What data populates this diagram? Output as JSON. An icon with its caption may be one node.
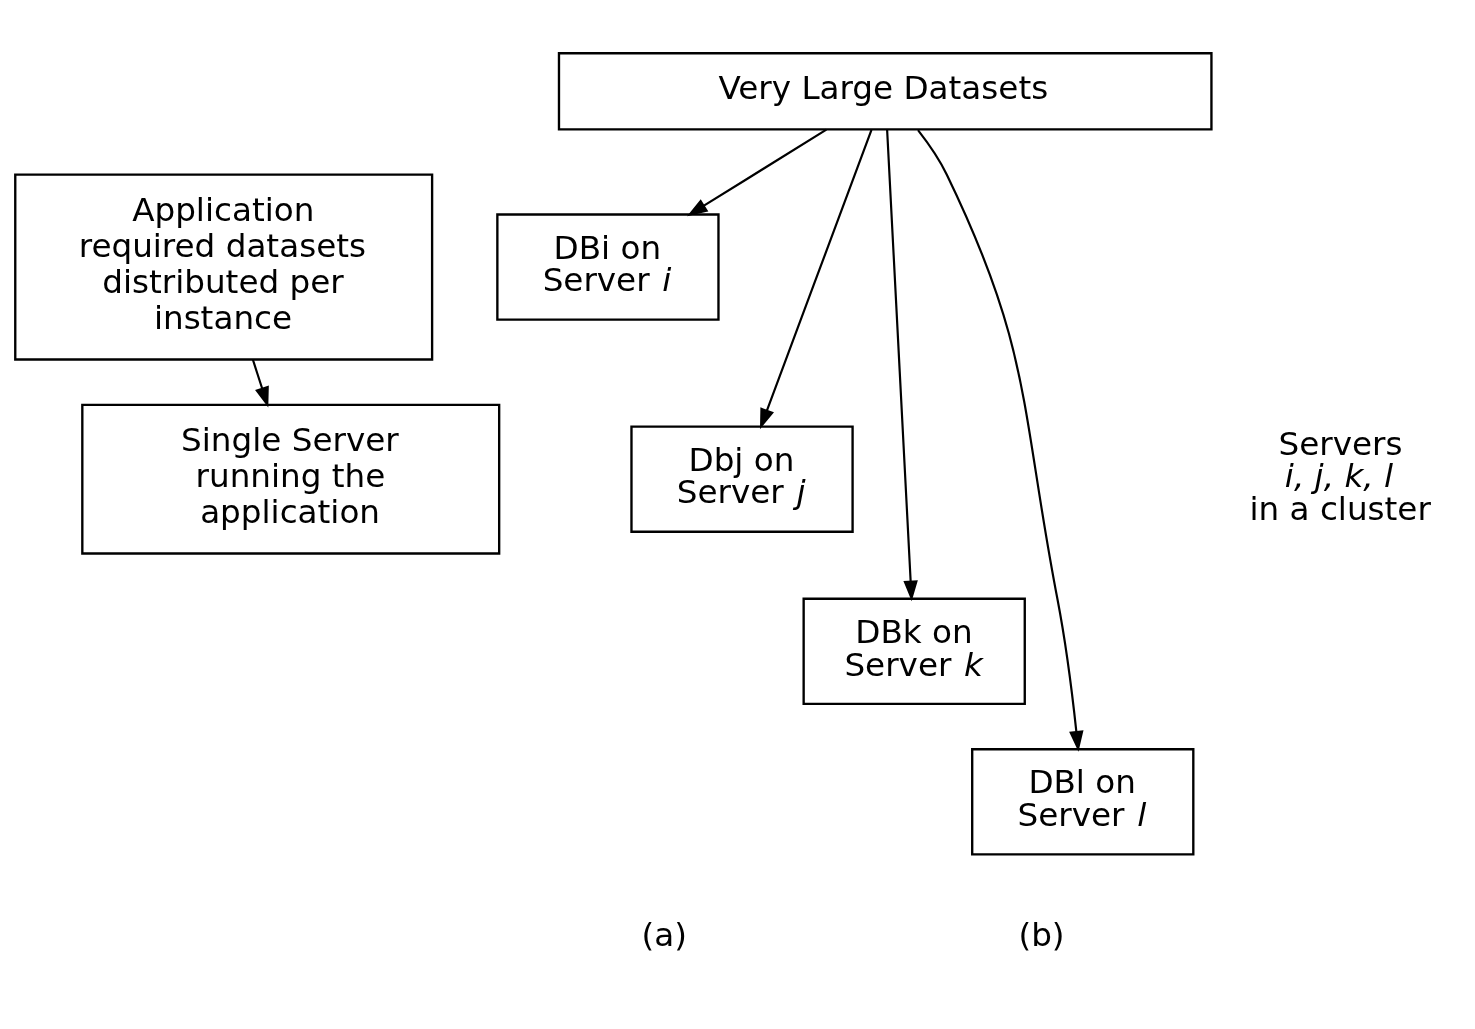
{
  "diagram": {
    "nodes": [
      {
        "text": [
          "Application required datasets distributed per instance"
        ]
      },
      {
        "text": [
          "Single Server running the application"
        ]
      },
      {
        "text": [
          "Very Large Datasets"
        ]
      },
      {
        "text": [
          "DBi on Server *i*"
        ]
      },
      {
        "text": [
          "Dbj on Server *j*"
        ]
      },
      {
        "text": [
          "DBk on Server *k*"
        ]
      },
      {
        "text": [
          "DBl on Server *l*"
        ]
      }
    ],
    "edges": [
      {
        "from": 0,
        "to": 1,
        "arrow": "to"
      },
      {
        "from": 2,
        "to": 3,
        "arrow": "to"
      },
      {
        "from": 2,
        "to": 4,
        "arrow": "to"
      },
      {
        "from": 2,
        "to": 5,
        "arrow": "to"
      },
      {
        "from": 2,
        "to": 6,
        "arrow": "to"
      }
    ],
    "labels": [
      "Servers *i, j, k, l* in a cluster",
      "(a)",
      "(b)"
    ]
  }
}
